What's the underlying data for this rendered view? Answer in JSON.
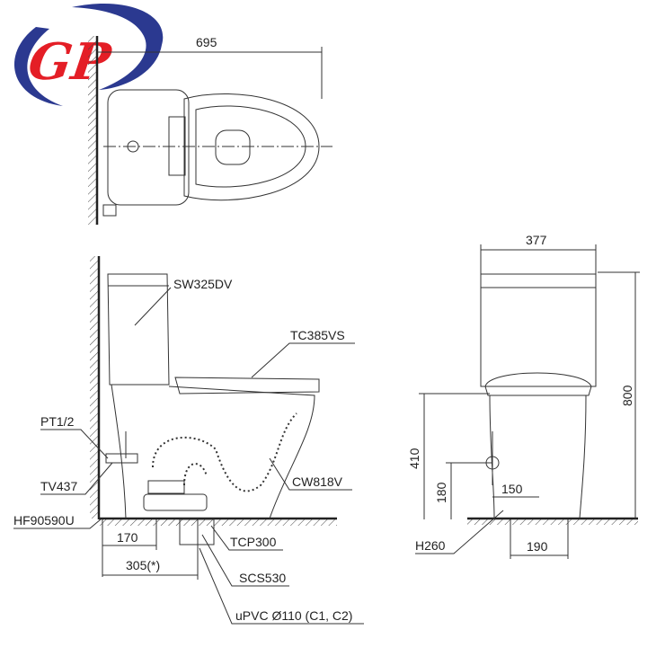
{
  "logo": {
    "text": "GP",
    "colors": {
      "ring": "#2b3990",
      "letters": "#e41e26"
    }
  },
  "top_view": {
    "width_dim": "695"
  },
  "side_view": {
    "labels": {
      "tank": "SW325DV",
      "seat": "TC385VS",
      "pipe_thread": "PT1/2",
      "valve": "TV437",
      "hose": "HF90590U",
      "bowl": "CW818V",
      "flange": "TCP300",
      "seal": "SCS530",
      "drain_pipe": "uPVC Ø110 (C1, C2)"
    },
    "dims": {
      "wall_to_valve": "170",
      "rough_in": "305(*)"
    }
  },
  "front_view": {
    "dims": {
      "width": "377",
      "height": "800",
      "seat_height": "410",
      "supply_height": "180",
      "supply_offset": "150",
      "bolt_spacing": "190"
    },
    "labels": {
      "bolt": "H260"
    }
  }
}
